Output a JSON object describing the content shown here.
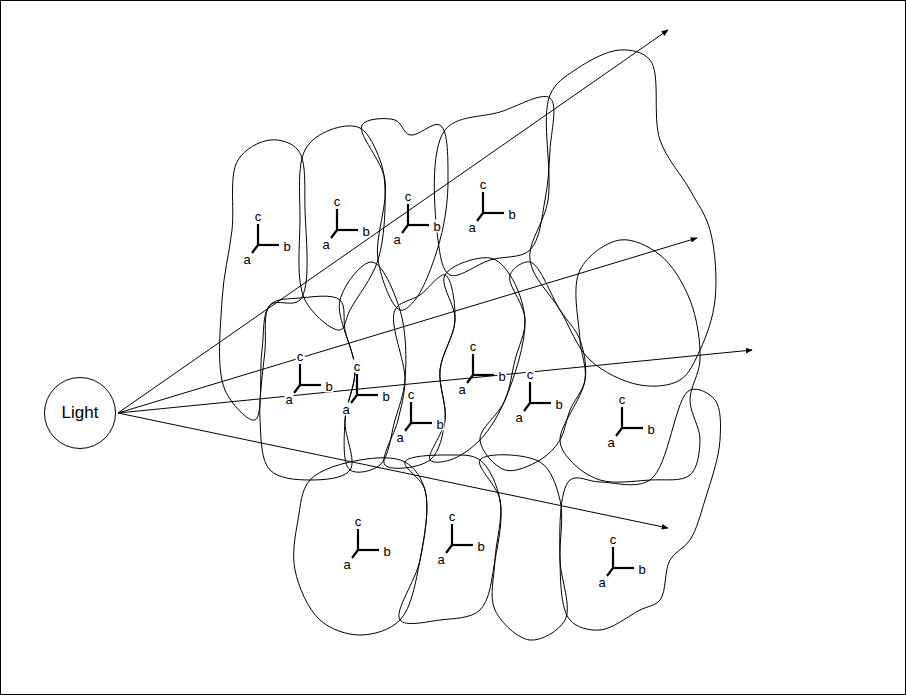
{
  "diagram": {
    "nodes": [
      {
        "text": [
          "Light"
        ]
      }
    ],
    "labels": [
      "c",
      "a",
      "b",
      "c",
      "a",
      "b",
      "c",
      "a",
      "b",
      "c",
      "a",
      "b",
      "c",
      "a",
      "b",
      "c",
      "a",
      "b",
      "c",
      "a",
      "b",
      "c",
      "a",
      "b",
      "c",
      "a",
      "b",
      "c",
      "a",
      "b",
      "c",
      "a",
      "b",
      "c",
      "a",
      "b",
      "c",
      "a",
      "b"
    ]
  }
}
